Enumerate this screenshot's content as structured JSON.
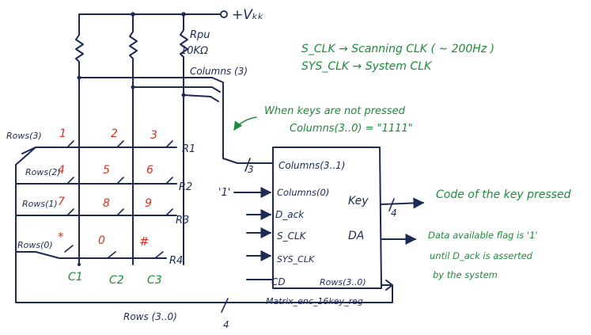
{
  "supply": {
    "label": "+Vₖₖ"
  },
  "resistor": {
    "name": "Rpu",
    "value": "10KΩ"
  },
  "columns_bus": {
    "label": "Columns (3)"
  },
  "notes": {
    "clock_line1": "S_CLK → Scanning CLK ( ~ 200Hz )",
    "clock_line2": "SYS_CLK → System CLK",
    "keys_line1": "When keys are not pressed",
    "keys_line2": "Columns(3..0) = \"1111\"",
    "key_output": "Code of the key pressed",
    "da_line1": "Data available flag is '1'",
    "da_line2": "until D_ack is asserted",
    "da_line3": "by the system"
  },
  "keypad": {
    "keys": [
      "1",
      "2",
      "3",
      "4",
      "5",
      "6",
      "7",
      "8",
      "9",
      "*",
      "0",
      "#"
    ],
    "row_labels": [
      "Rows(3)",
      "Rows(2)",
      "Rows(1)",
      "Rows(0)"
    ],
    "row_names": [
      "R1",
      "R2",
      "R3",
      "R4"
    ],
    "col_names": [
      "C1",
      "C2",
      "C3"
    ]
  },
  "block": {
    "name": "Matrix_enc_16key_reg",
    "inputs": [
      "Columns(3..1)",
      "Columns(0)",
      "D_ack",
      "S_CLK",
      "SYS_CLK",
      "CD"
    ],
    "outputs": [
      "Key",
      "DA",
      "Rows(3..0)"
    ],
    "const_input": "'1'",
    "bus_width_cols": "3",
    "bus_width_key": "4"
  },
  "bottom_bus": {
    "label": "Rows (3..0)",
    "width": "4"
  }
}
